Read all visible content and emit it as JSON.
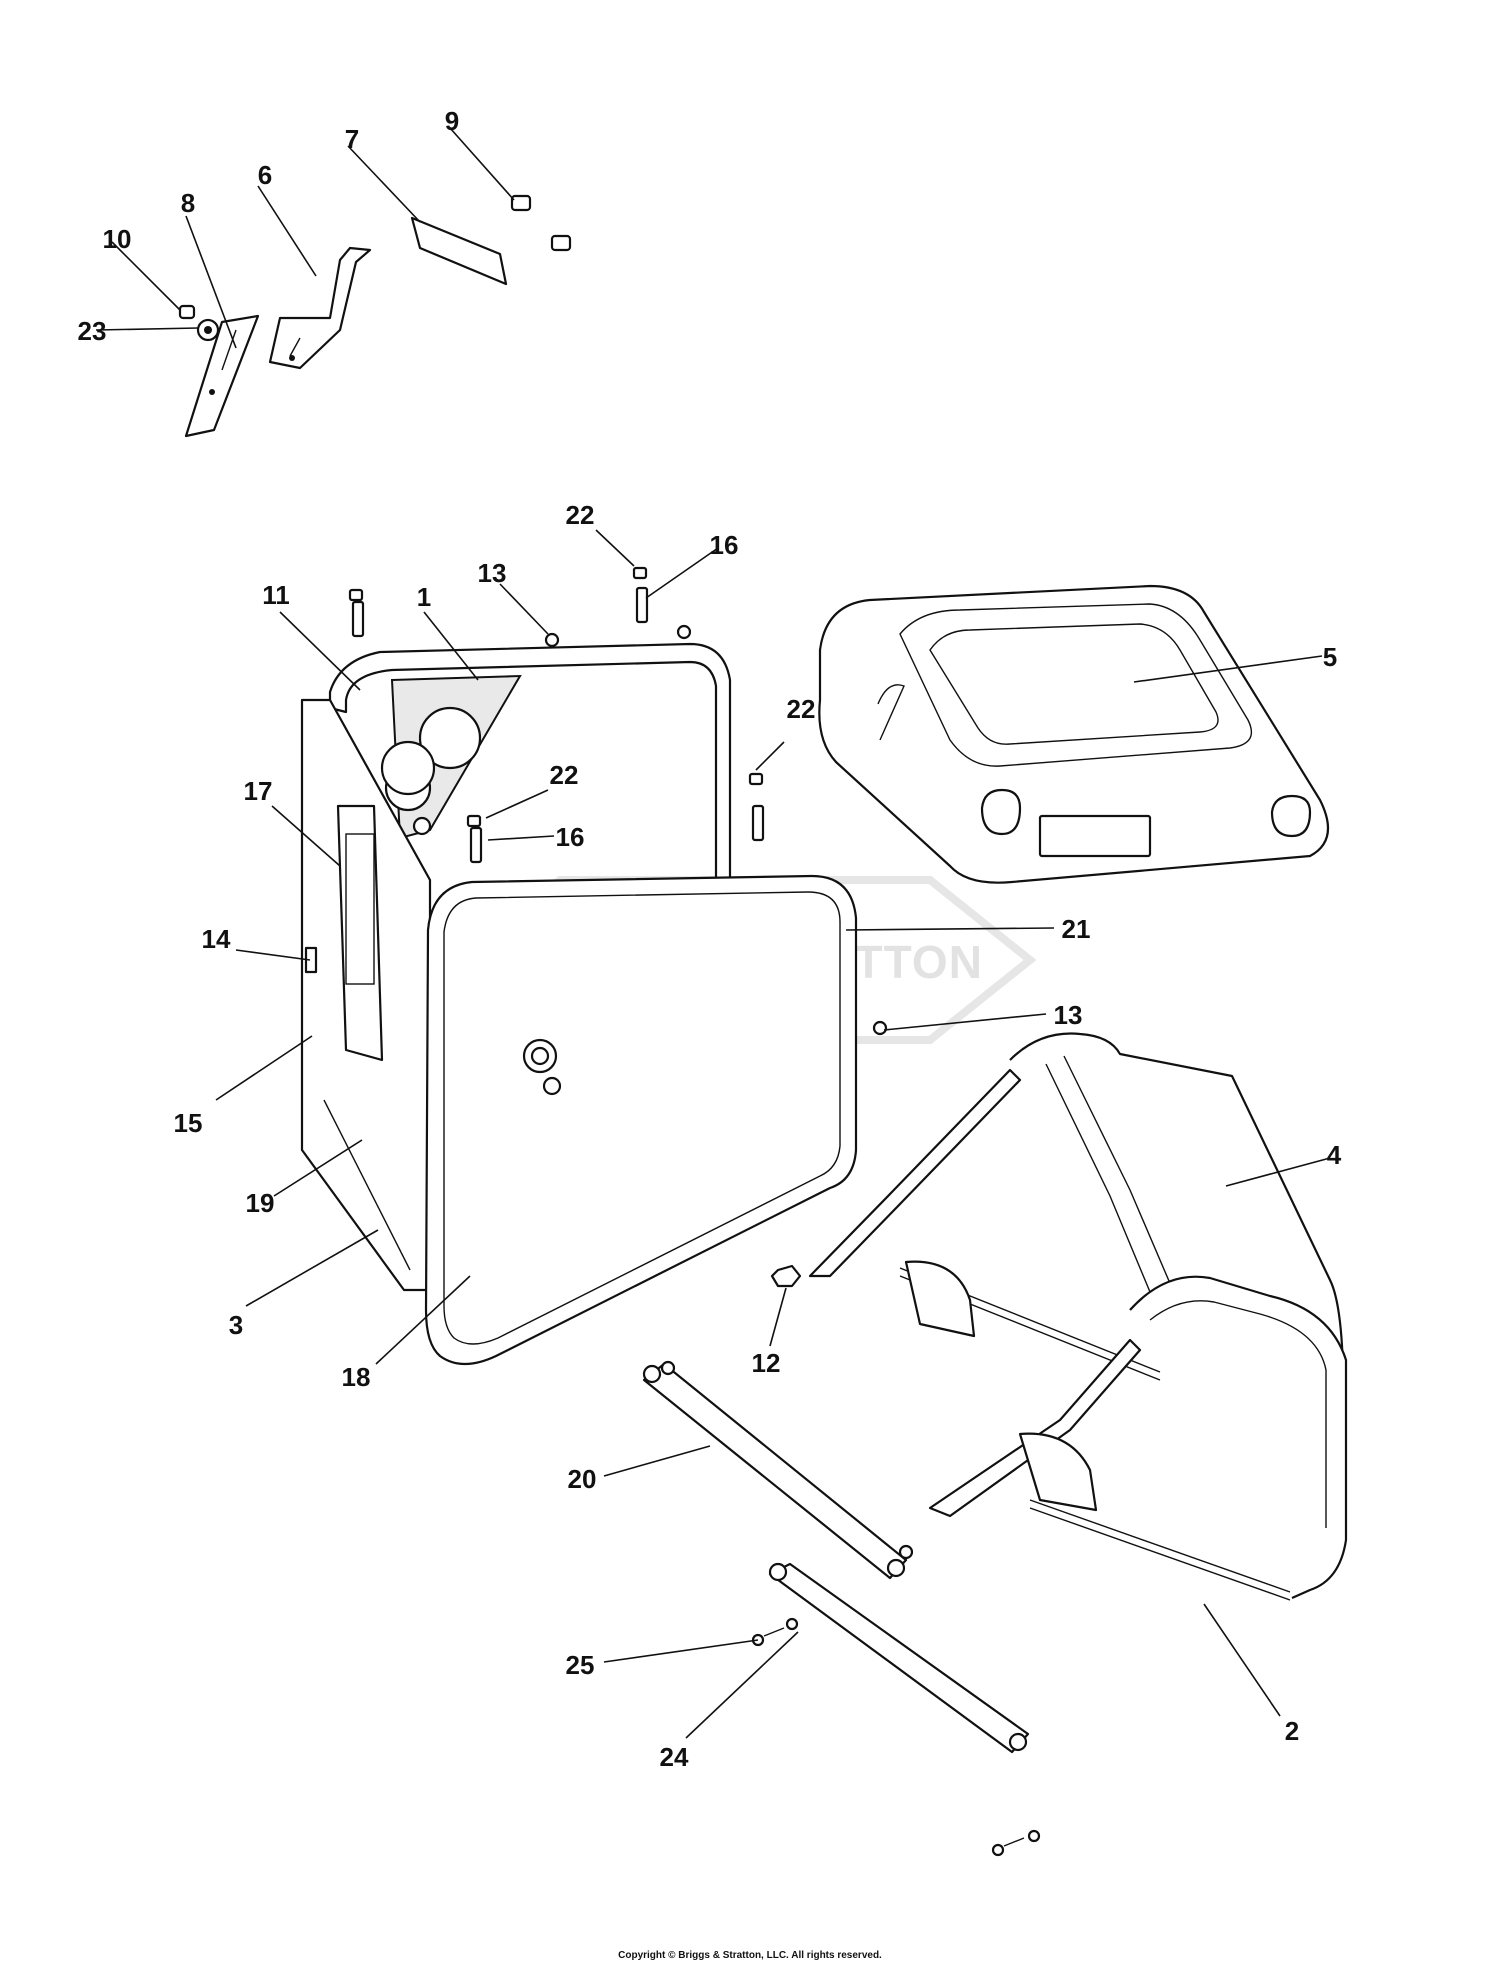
{
  "diagram": {
    "callouts": {
      "c1": "1",
      "c2": "2",
      "c3": "3",
      "c4": "4",
      "c5": "5",
      "c6": "6",
      "c7": "7",
      "c8": "8",
      "c9": "9",
      "c10": "10",
      "c11": "11",
      "c12": "12",
      "c13a": "13",
      "c13b": "13",
      "c14": "14",
      "c15": "15",
      "c16a": "16",
      "c16b": "16",
      "c17": "17",
      "c18": "18",
      "c19": "19",
      "c20": "20",
      "c21": "21",
      "c22a": "22",
      "c22b": "22",
      "c22c": "22",
      "c23": "23",
      "c24": "24",
      "c25": "25"
    },
    "watermark": "BRIGGS&STRATTON",
    "copyright": "Copyright © Briggs & Stratton, LLC. All rights reserved."
  }
}
